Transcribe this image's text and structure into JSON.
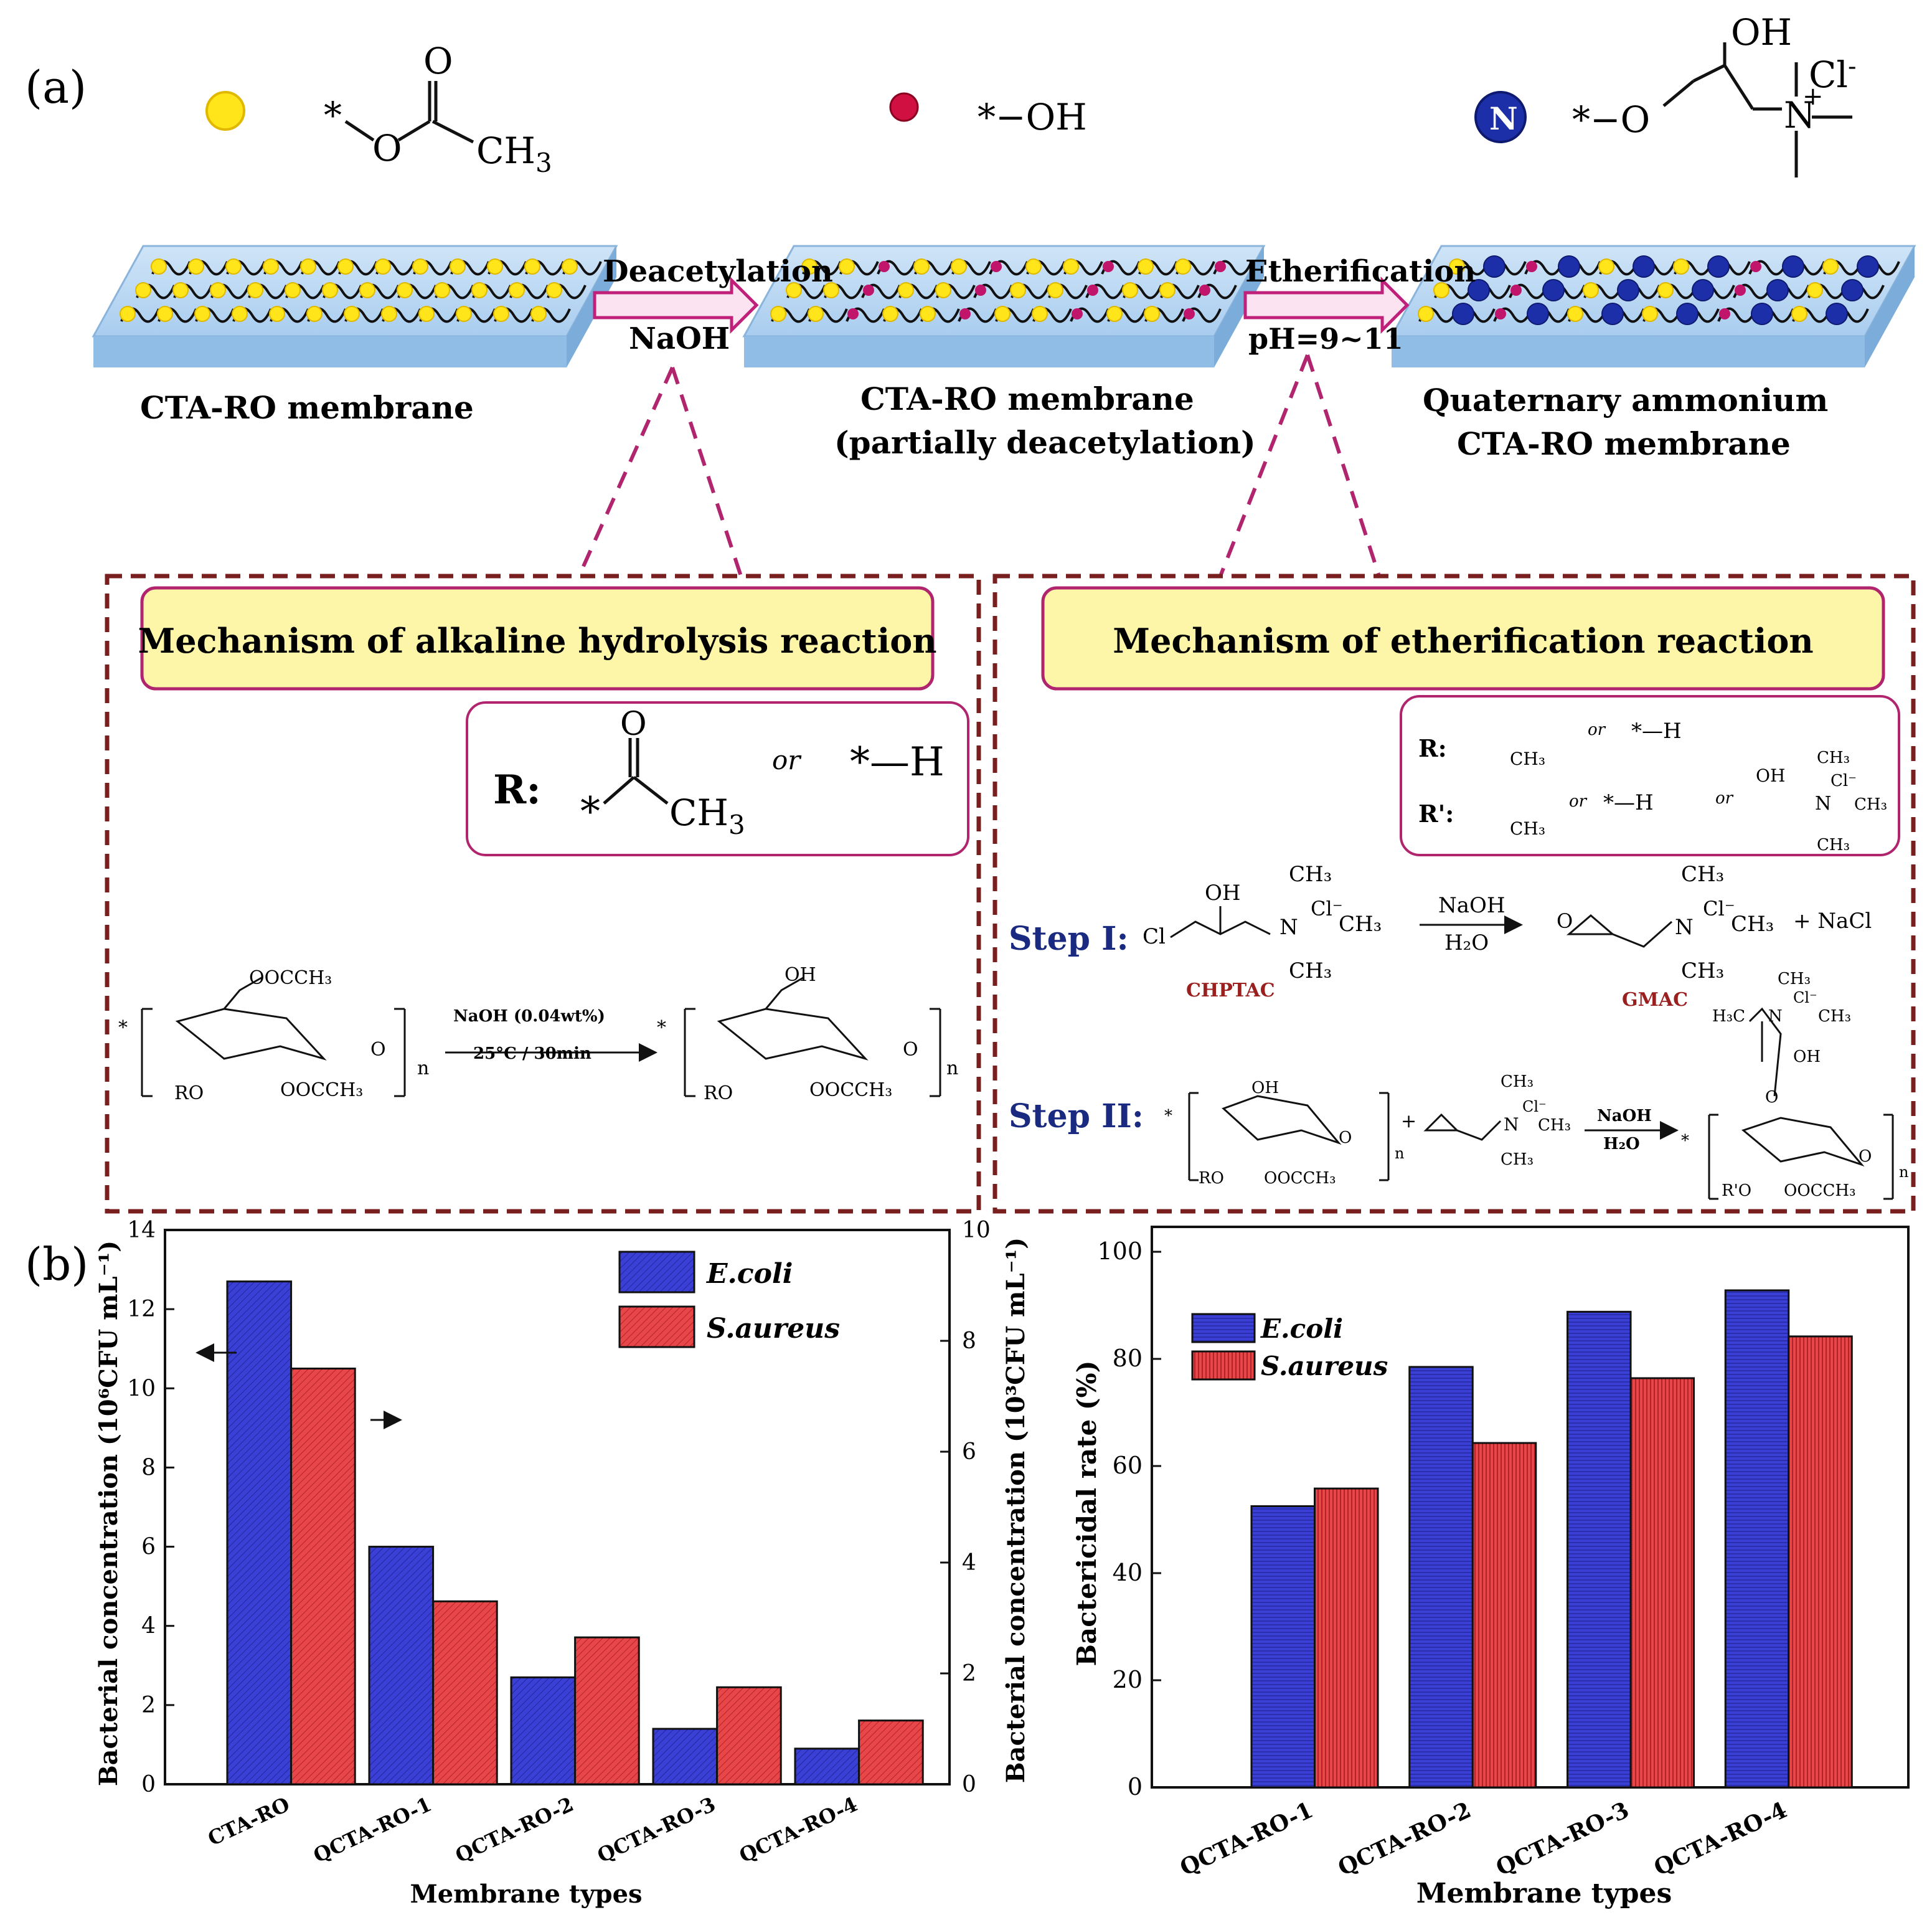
{
  "panel_a": {
    "label": "(a)",
    "legend": {
      "acetyl_group": "*‑O‑C(=O)‑CH₃",
      "acetyl_o": "O",
      "acetyl_ch3": "CH",
      "acetyl_ch3_sub": "3",
      "hydroxyl": "*−OH",
      "quat_oh": "OH",
      "quat_cl": "Cl",
      "quat_cl_sup": "-",
      "quat_star_o": "*−O",
      "quat_n": "N",
      "quat_plus": "+",
      "n_bead": "N"
    },
    "steps": {
      "deacetylation": "Deacetylation",
      "naoh": "NaOH",
      "etherification": "Etherification",
      "ph": "pH=9~11"
    },
    "membranes": {
      "m1": "CTA-RO membrane",
      "m2_line1": "CTA-RO membrane",
      "m2_line2": "(partially deacetylation)",
      "m3_line1": "Quaternary ammonium",
      "m3_line2": "CTA-RO membrane"
    },
    "mechanism_left": {
      "title": "Mechanism of alkaline hydrolysis reaction",
      "r_label": "R:",
      "o": "O",
      "ch3": "CH",
      "ch3_sub": "3",
      "or": "or",
      "star_h": "*—H",
      "reactant_top": "OOCCH₃",
      "reactant_ro": "RO",
      "reactant_bottom": "OOCCH₃",
      "arrow_top": "NaOH (0.04wt%)",
      "arrow_bottom": "25°C / 30min",
      "product_top": "OH",
      "product_ro": "RO",
      "product_bottom": "OOCCH₃",
      "n": "n"
    },
    "mechanism_right": {
      "title": "Mechanism of etherification reaction",
      "r_label": "R:",
      "r2_label": "R':",
      "or": "or",
      "star_h": "*—H",
      "ch3": "CH₃",
      "oh": "OH",
      "step1": "Step I:",
      "step2": "Step II:",
      "cl": "Cl",
      "n_plus": "N",
      "cl_minus": "Cl⁻",
      "naoh": "NaOH",
      "h2o": "H₂O",
      "plus_nacl": "+ NaCl",
      "chptac": "CHPTAC",
      "gmac": "GMAC",
      "h3c": "H₃C",
      "ro": "RO",
      "rpo": "R'O",
      "ooccH3": "OOCCH₃",
      "o": "O",
      "n": "n",
      "plus": "+"
    }
  },
  "panel_b": {
    "label": "(b)",
    "colors": {
      "ecoli": "#3a3fd6",
      "saureus": "#e8474a"
    },
    "chart_data": [
      {
        "type": "bar",
        "categories": [
          "CTA-RO",
          "QCTA-RO-1",
          "QCTA-RO-2",
          "QCTA-RO-3",
          "QCTA-RO-4"
        ],
        "series": [
          {
            "name": "E.coli",
            "axis": "left",
            "values": [
              12.7,
              6.0,
              2.7,
              1.4,
              0.9
            ]
          },
          {
            "name": "S.aureus",
            "axis": "right",
            "values": [
              7.5,
              3.3,
              2.65,
              1.75,
              1.15
            ]
          }
        ],
        "xlabel": "Membrane types",
        "ylabel": "Bacterial concentration (10⁶CFU mL⁻¹)",
        "ylabel_right": "Bacterial concentration (10³CFU mL⁻¹)",
        "ylim": [
          0,
          14
        ],
        "ylim_right": [
          0,
          10
        ],
        "yticks": [
          "0",
          "2",
          "4",
          "6",
          "8",
          "10",
          "12",
          "14"
        ],
        "yticks_right": [
          "0",
          "2",
          "4",
          "6",
          "8",
          "10"
        ],
        "legend_position": "top-right"
      },
      {
        "type": "bar",
        "categories": [
          "QCTA-RO-1",
          "QCTA-RO-2",
          "QCTA-RO-3",
          "QCTA-RO-4"
        ],
        "series": [
          {
            "name": "E.coli",
            "values": [
              52.5,
              78.5,
              88.8,
              92.8
            ]
          },
          {
            "name": "S.aureus",
            "values": [
              55.8,
              64.3,
              76.4,
              84.2
            ]
          }
        ],
        "xlabel": "Membrane types",
        "ylabel": "Bactericidal rate (%)",
        "ylim": [
          0,
          100
        ],
        "yticks": [
          "0",
          "20",
          "40",
          "60",
          "80",
          "100"
        ],
        "legend_position": "top-left"
      }
    ]
  }
}
